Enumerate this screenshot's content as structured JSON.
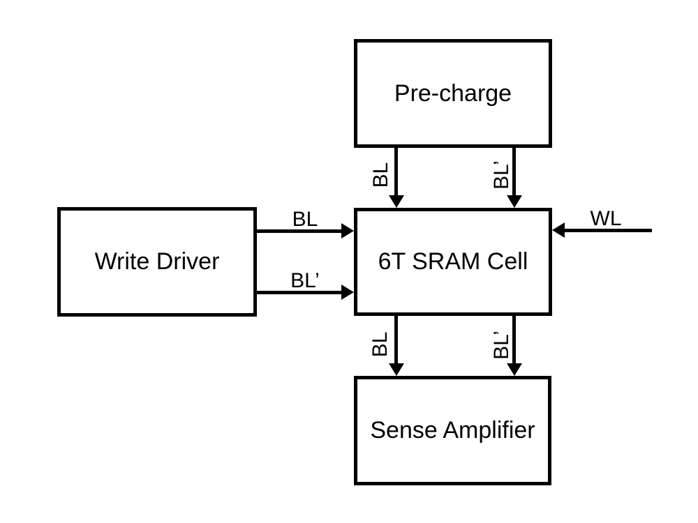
{
  "boxes": {
    "precharge": {
      "label": "Pre-charge"
    },
    "write_driver": {
      "label": "Write Driver"
    },
    "sram_cell": {
      "label": "6T SRAM Cell"
    },
    "sense_amplifier": {
      "label": "Sense Amplifier"
    }
  },
  "signals": {
    "bl": "BL",
    "bl_bar": "BL’",
    "wl": "WL"
  },
  "colors": {
    "line": "#000000",
    "background": "#ffffff",
    "text": "#000000"
  }
}
